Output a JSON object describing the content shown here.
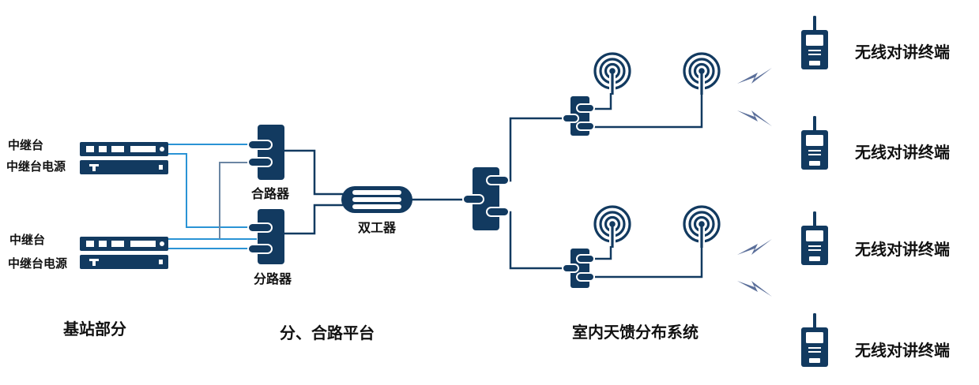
{
  "colors": {
    "device": "#123a60",
    "device_light": "#ffffff",
    "cable_dark": "#123a60",
    "cable_light": "#2a93d5",
    "cable_grey": "#6b86a3",
    "signal": "#5b6f9a"
  },
  "base_station": {
    "group_label": "基站部分",
    "units": [
      {
        "repeater_label": "中继台",
        "power_label": "中继台电源"
      },
      {
        "repeater_label": "中继台",
        "power_label": "中继台电源"
      }
    ]
  },
  "platform": {
    "group_label": "分、合路平台",
    "combiner_label": "合路器",
    "splitter_label": "分路器",
    "duplexer_label": "双工器"
  },
  "indoor_das": {
    "group_label": "室内天馈分布系统",
    "antenna_icon": "antenna-icon",
    "coupler_icon": "coupler-icon"
  },
  "terminals": {
    "icon": "walkie-talkie-icon",
    "items": [
      {
        "label": "无线对讲终端"
      },
      {
        "label": "无线对讲终端"
      },
      {
        "label": "无线对讲终端"
      },
      {
        "label": "无线对讲终端"
      }
    ]
  }
}
